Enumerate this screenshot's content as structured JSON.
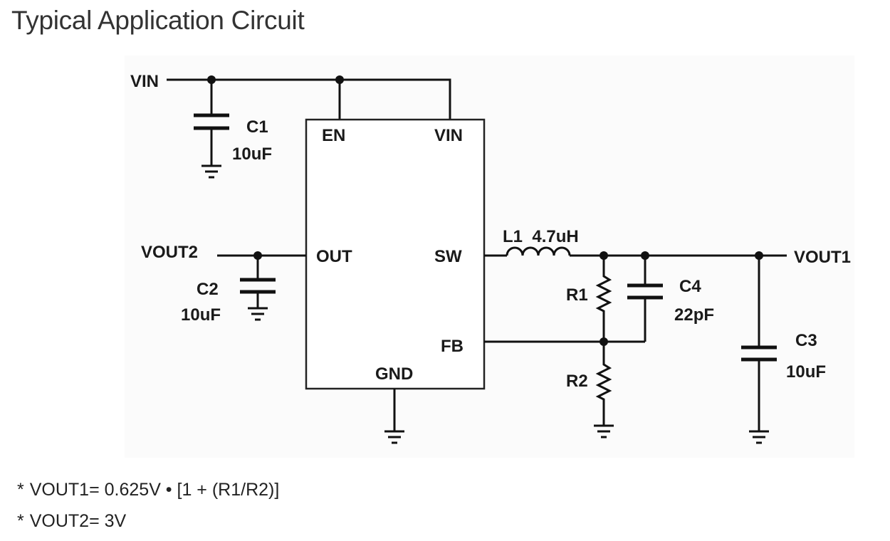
{
  "title": "Typical Application Circuit",
  "schematic": {
    "labels": {
      "vin_in": "VIN",
      "c1_name": "C1",
      "c1_value": "10uF",
      "en": "EN",
      "vin_pin": "VIN",
      "vout2": "VOUT2",
      "c2_name": "C2",
      "c2_value": "10uF",
      "out": "OUT",
      "sw": "SW",
      "fb": "FB",
      "gnd": "GND",
      "l1": "L1  4.7uH",
      "r1": "R1",
      "r2": "R2",
      "c4_name": "C4",
      "c4_value": "22pF",
      "vout1": "VOUT1",
      "c3_name": "C3",
      "c3_value": "10uF"
    }
  },
  "notes": {
    "bullet": "*",
    "line1": "VOUT1= 0.625V • [1 + (R1/R2)]",
    "line2": "VOUT2= 3V"
  }
}
